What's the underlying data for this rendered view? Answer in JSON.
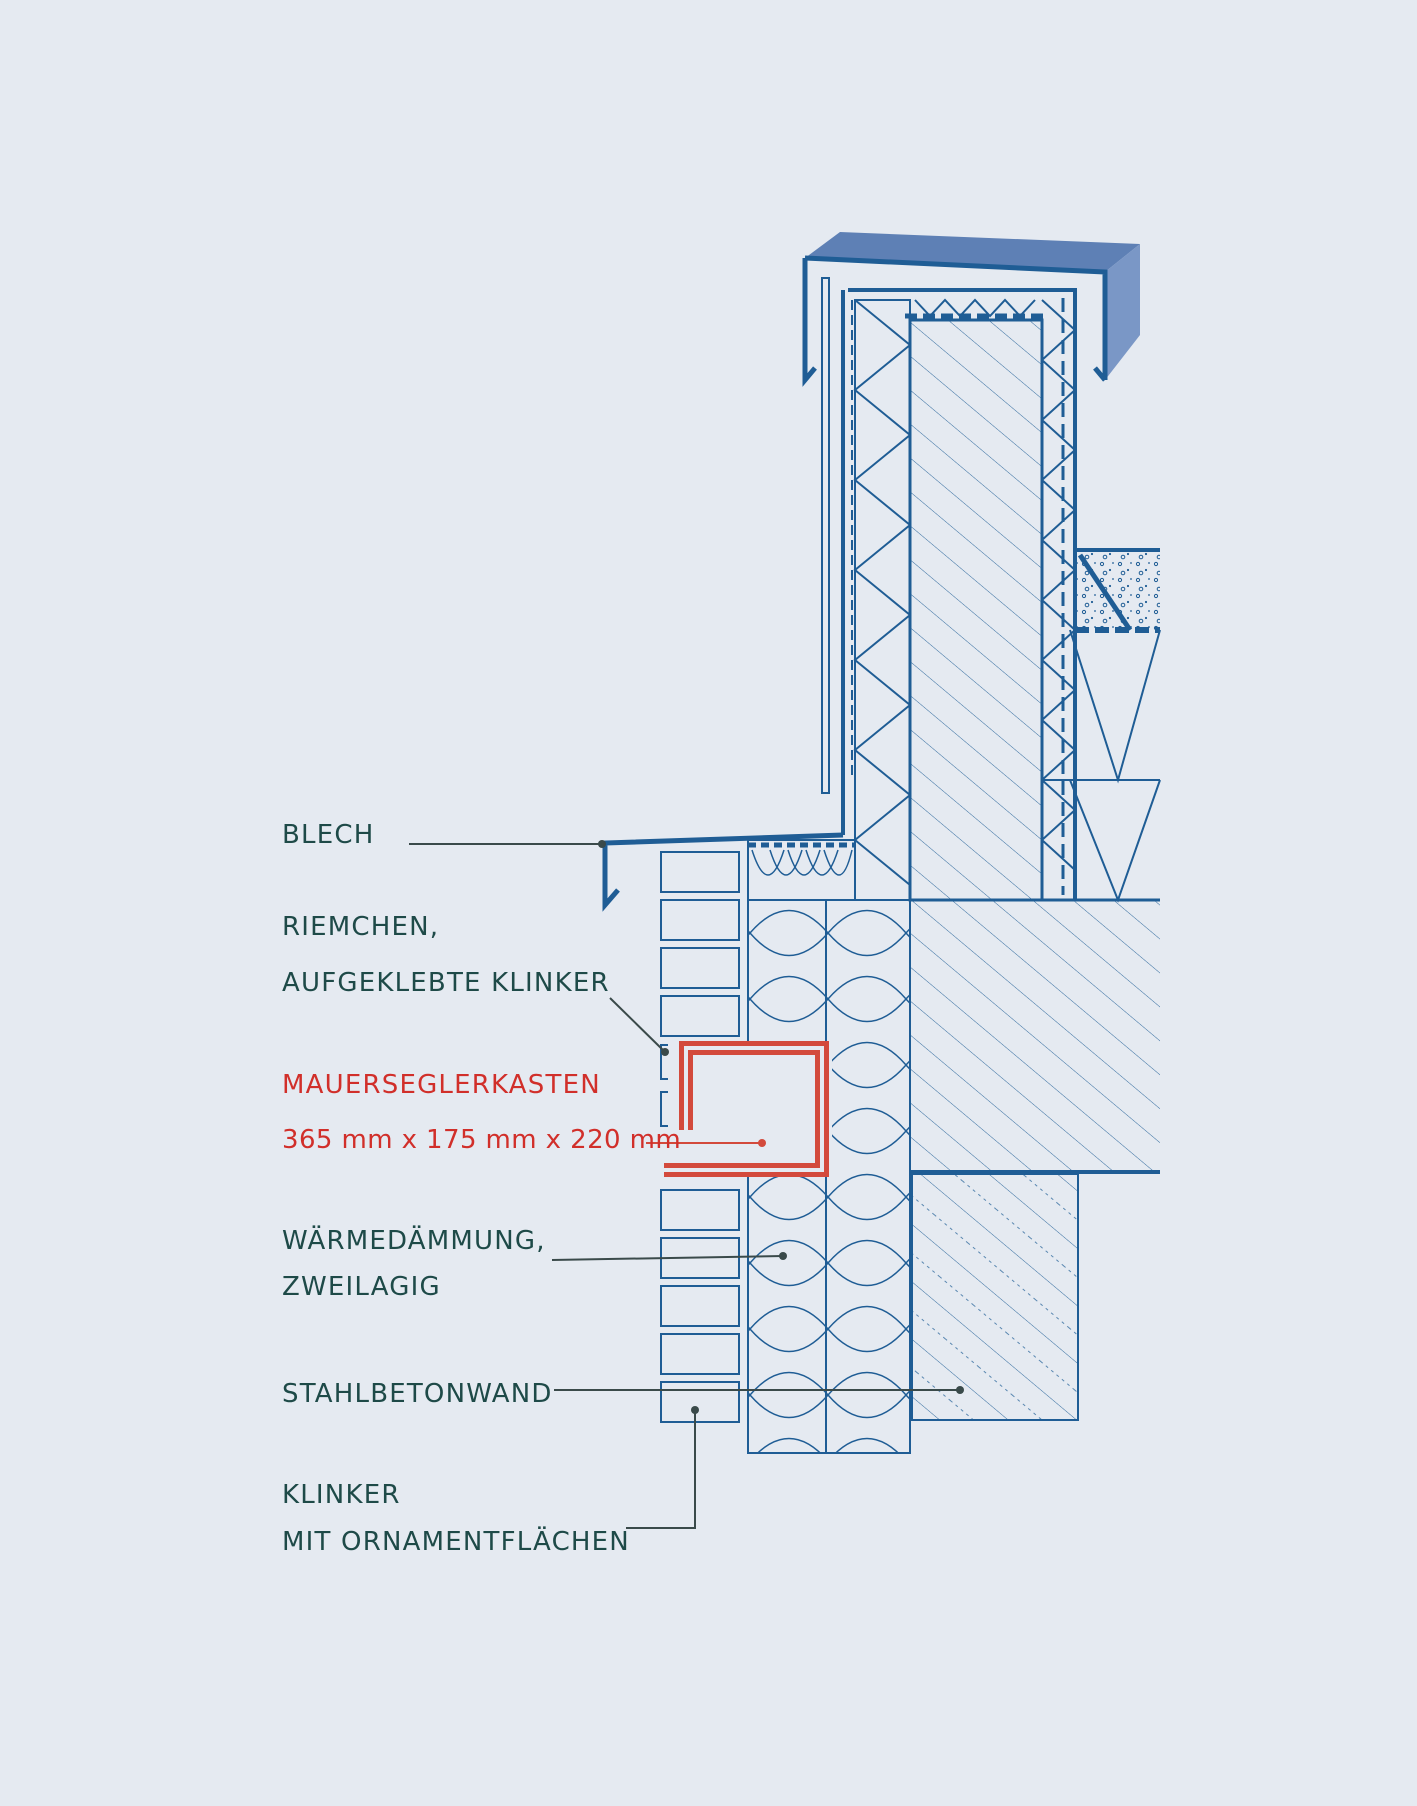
{
  "labels": {
    "blech": "BLECH",
    "riemchen_1": "RIEMCHEN,",
    "riemchen_2": "AUFGEKLEBTE KLINKER",
    "mauersegler_1": "MAUERSEGLERKASTEN",
    "mauersegler_2": "365 mm x 175 mm x 220 mm",
    "daemmung_1": "WÄRMEDÄMMUNG,",
    "daemmung_2": "ZWEILAGIG",
    "stahlbeton": "STAHLBETONWAND",
    "klinker_1": "KLINKER",
    "klinker_2": "MIT ORNAMENTFLÄCHEN"
  },
  "colors": {
    "background": "#e5eaf1",
    "line_blue": "#1f5d95",
    "label_text": "#1e4a48",
    "highlight_red": "#d34a3c",
    "label_red": "#d12f2a",
    "leader": "#3a4a4a",
    "coping_top": "#5e80b5",
    "coping_front": "#7a97c6"
  }
}
